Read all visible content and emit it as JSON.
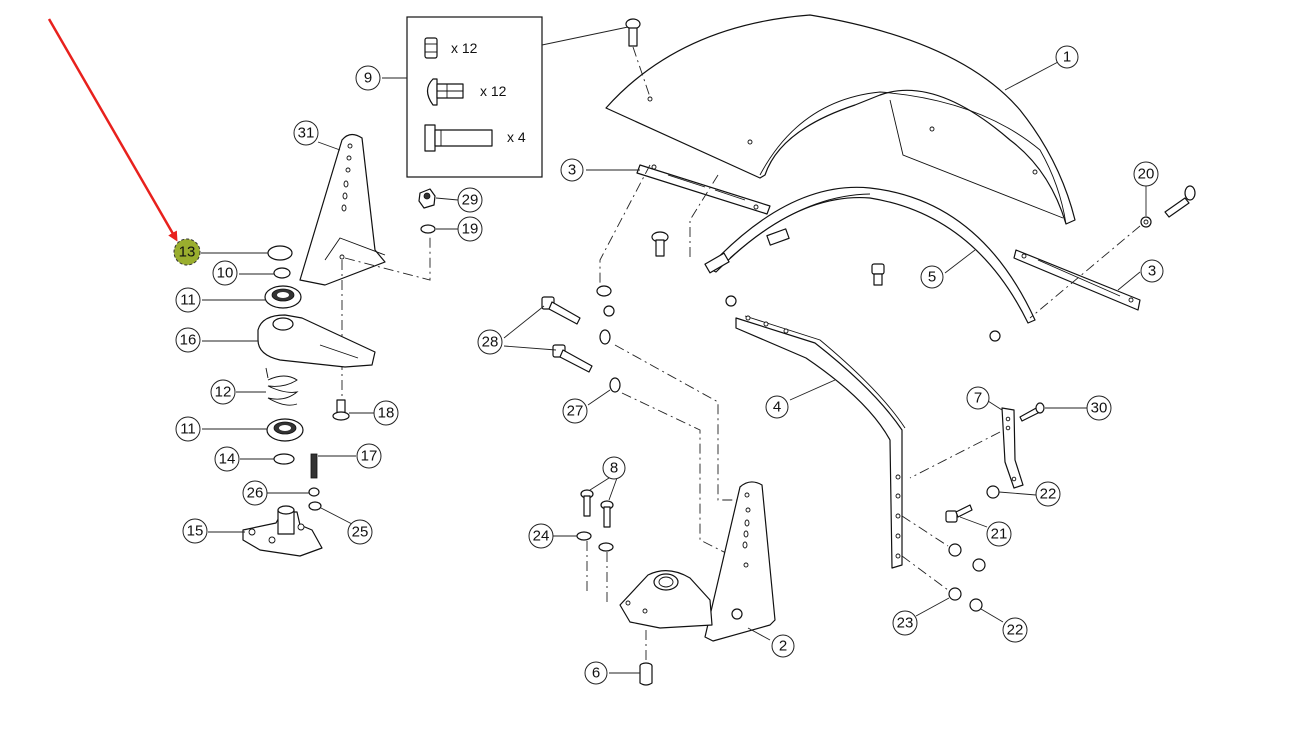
{
  "diagram": {
    "type": "exploded-parts-diagram",
    "highlighted_callout": "13",
    "highlight_color": "#9aae2e",
    "arrow_color": "#e8211d",
    "callouts": [
      {
        "id": "1",
        "label": "1",
        "part": "fender-cover"
      },
      {
        "id": "2",
        "label": "2",
        "part": "mounting-bracket-assembly"
      },
      {
        "id": "3a",
        "label": "3",
        "part": "slotted-strap-upper"
      },
      {
        "id": "3b",
        "label": "3",
        "part": "slotted-strap-right"
      },
      {
        "id": "4",
        "label": "4",
        "part": "fender-support-arm"
      },
      {
        "id": "5",
        "label": "5",
        "part": "fender-rib"
      },
      {
        "id": "6",
        "label": "6",
        "part": "bushing"
      },
      {
        "id": "7",
        "label": "7",
        "part": "bracket-strap"
      },
      {
        "id": "8",
        "label": "8",
        "part": "bolts"
      },
      {
        "id": "9",
        "label": "9",
        "part": "hardware-kit"
      },
      {
        "id": "10",
        "label": "10",
        "part": "nut"
      },
      {
        "id": "11a",
        "label": "11",
        "part": "bearing-upper"
      },
      {
        "id": "11b",
        "label": "11",
        "part": "bearing-lower"
      },
      {
        "id": "12",
        "label": "12",
        "part": "spring"
      },
      {
        "id": "13",
        "label": "13",
        "part": "cap"
      },
      {
        "id": "14",
        "label": "14",
        "part": "o-ring"
      },
      {
        "id": "15",
        "label": "15",
        "part": "base-plate"
      },
      {
        "id": "16",
        "label": "16",
        "part": "pivot-arm"
      },
      {
        "id": "17",
        "label": "17",
        "part": "stud"
      },
      {
        "id": "18",
        "label": "18",
        "part": "bolt"
      },
      {
        "id": "19",
        "label": "19",
        "part": "washer"
      },
      {
        "id": "20",
        "label": "20",
        "part": "washer"
      },
      {
        "id": "21",
        "label": "21",
        "part": "bolt"
      },
      {
        "id": "22a",
        "label": "22",
        "part": "nut-upper"
      },
      {
        "id": "22b",
        "label": "22",
        "part": "nut-lower"
      },
      {
        "id": "23",
        "label": "23",
        "part": "washer"
      },
      {
        "id": "24",
        "label": "24",
        "part": "washer"
      },
      {
        "id": "25",
        "label": "25",
        "part": "washer"
      },
      {
        "id": "26",
        "label": "26",
        "part": "nut"
      },
      {
        "id": "27",
        "label": "27",
        "part": "washer"
      },
      {
        "id": "28",
        "label": "28",
        "part": "bolts"
      },
      {
        "id": "29",
        "label": "29",
        "part": "lock-nut"
      },
      {
        "id": "30",
        "label": "30",
        "part": "bolt"
      },
      {
        "id": "31",
        "label": "31",
        "part": "bracket"
      }
    ],
    "kit_box": {
      "items": [
        {
          "icon": "nut-icon",
          "qty": "x 12"
        },
        {
          "icon": "carriage-bolt-icon",
          "qty": "x 12"
        },
        {
          "icon": "hex-bolt-icon",
          "qty": "x 4"
        }
      ]
    }
  }
}
